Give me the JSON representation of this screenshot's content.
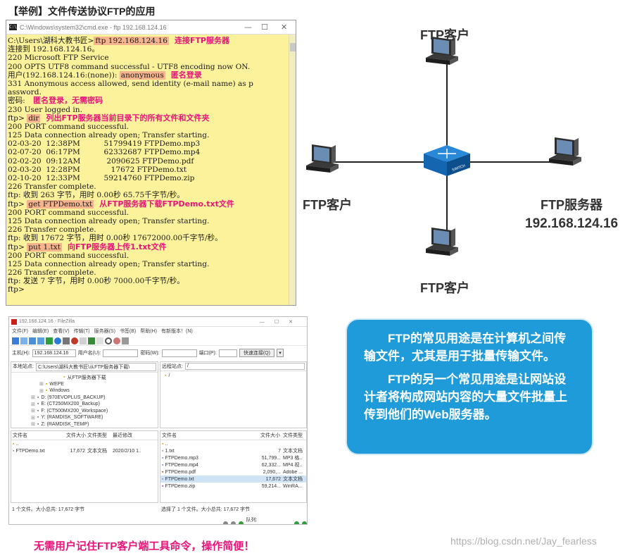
{
  "title": "【举例】文件传送协议FTP的应用",
  "cmd": {
    "window_title": "C:\\Windows\\system32\\cmd.exe - ftp  192.168.124.16",
    "icon_text": "C:\\",
    "lines": [
      {
        "pre": "C:\\Users\\湖科大教书匠>",
        "hl": "ftp 192.168.124.16",
        "note": "连接FTP服务器"
      },
      {
        "pre": "连接到 192.168.124.16。"
      },
      {
        "pre": "220 Microsoft FTP Service"
      },
      {
        "pre": "200 OPTS UTF8 command successful - UTF8 encoding now ON."
      },
      {
        "pre": "用户(192.168.124.16:(none)): ",
        "hl": "anonymous",
        "note": "匿名登录"
      },
      {
        "pre": "331 Anonymous access allowed, send identity (e-mail name) as p"
      },
      {
        "pre": "assword."
      },
      {
        "pre": "密码: ",
        "note": "匿名登录，无需密码"
      },
      {
        "pre": "230 User logged in."
      },
      {
        "pre": "ftp> ",
        "hl": "dir",
        "note": "列出FTP服务器当前目录下的所有文件和文件夹"
      },
      {
        "pre": "200 PORT command successful."
      },
      {
        "pre": "125 Data connection already open; Transfer starting."
      },
      {
        "pre": "02-03-20  12:38PM          51799419 FTPDemo.mp3"
      },
      {
        "pre": "02-07-20  06:17PM          62332687 FTPDemo.mp4"
      },
      {
        "pre": "02-02-20  09:12AM           2090625 FTPDemo.pdf"
      },
      {
        "pre": "02-03-20  12:28PM             17672 FTPDemo.txt"
      },
      {
        "pre": "02-10-20  12:33PM          59214760 FTPDemo.zip"
      },
      {
        "pre": "226 Transfer complete."
      },
      {
        "pre": "ftp: 收到 263 字节，用时 0.00秒 65.75千字节/秒。"
      },
      {
        "pre": "ftp> ",
        "hl": "get FTPDemo.txt",
        "note": "从FTP服务器下载FTPDemo.txt文件"
      },
      {
        "pre": "200 PORT command successful."
      },
      {
        "pre": "125 Data connection already open; Transfer starting."
      },
      {
        "pre": "226 Transfer complete."
      },
      {
        "pre": "ftp: 收到 17672 字节，用时 0.00秒 17672000.00千字节/秒。"
      },
      {
        "pre": "ftp> ",
        "hl": "put 1.txt",
        "note": "向FTP服务器上传1.txt文件"
      },
      {
        "pre": "200 PORT command successful."
      },
      {
        "pre": "125 Data connection already open; Transfer starting."
      },
      {
        "pre": "226 Transfer complete."
      },
      {
        "pre": "ftp: 发送 7 字节，用时 0.00秒 7000.00千字节/秒。"
      },
      {
        "pre": "ftp>"
      }
    ]
  },
  "network": {
    "client_top": "FTP客户",
    "client_left": "FTP客户",
    "client_bottom": "FTP客户",
    "server": "FTP服务器",
    "server_ip": "192.168.124.16",
    "switch_label": "SWITCH"
  },
  "filezilla": {
    "window_title": "192.168.124.16 - FileZilla",
    "menu": [
      "文件(F)",
      "编辑(E)",
      "查看(V)",
      "传输(T)",
      "服务器(S)",
      "书签(B)",
      "帮助(H)",
      "有新版本！(N)"
    ],
    "quick": {
      "host_label": "主机(H):",
      "host_value": "192.168.124.16",
      "user_label": "用户名(U):",
      "pass_label": "密码(W):",
      "port_label": "端口(P):",
      "connect_label": "快速连接(Q)"
    },
    "local_site_label": "本地站点:",
    "local_site_value": "C:\\Users\\湖科大教书匠\\从FTP服务器下载\\",
    "remote_site_label": "远程站点:",
    "remote_site_value": "/",
    "tree": [
      "从FTP服务器下载",
      "WEPE",
      "Windows",
      "D: (970EVOPLUS_BACKUP)",
      "E: (CT250MX200_Backup)",
      "F: (CT500MX200_Workspace)",
      "Y: (RAMDISK_SOFTWARE)",
      "Z: (RAMDISK_TEMP)"
    ],
    "remote_tree_root": "/",
    "local_cols": [
      "文件名",
      "文件大小",
      "文件类型",
      "最近修改"
    ],
    "remote_cols": [
      "文件名",
      "文件大小",
      "文件类型"
    ],
    "local_files": [
      {
        "name": "..",
        "size": "",
        "type": "",
        "date": ""
      },
      {
        "name": "FTPDemo.txt",
        "size": "17,672",
        "type": "文本文档",
        "date": "2020/2/10 1..."
      }
    ],
    "remote_files": [
      {
        "name": "..",
        "size": "",
        "type": ""
      },
      {
        "name": "1.txt",
        "size": "7",
        "type": "文本文档"
      },
      {
        "name": "FTPDemo.mp3",
        "size": "51,799...",
        "type": "MP3 格..."
      },
      {
        "name": "FTPDemo.mp4",
        "size": "62,332...",
        "type": "MP4 视..."
      },
      {
        "name": "FTPDemo.pdf",
        "size": "2,090,...",
        "type": "Adobe ..."
      },
      {
        "name": "FTPDemo.txt",
        "size": "17,672",
        "type": "文本文档"
      },
      {
        "name": "FTPDemo.zip",
        "size": "59,214...",
        "type": "WinRA..."
      }
    ],
    "local_status": "1 个文件。大小总共: 17,672 字节",
    "remote_status": "选择了 1 个文件。大小总共: 17,672 字节",
    "queue_label": "队列: 空"
  },
  "info": {
    "p1": "FTP的常见用途是在计算机之间传输文件，尤其是用于批量传输文件。",
    "p2": "FTP的另一个常见用途是让网站设计者将构成网站内容的大量文件批量上传到他们的Web服务器。"
  },
  "bottom_note": "无需用户记住FTP客户端工具命令，操作简便！",
  "watermark": "https://blog.csdn.net/Jay_fearless",
  "colors": {
    "note_pink": "#e8147a",
    "cmd_bg": "#fbf29b",
    "highlight": "#f5b48e",
    "info_bg": "#1f9bd9"
  }
}
